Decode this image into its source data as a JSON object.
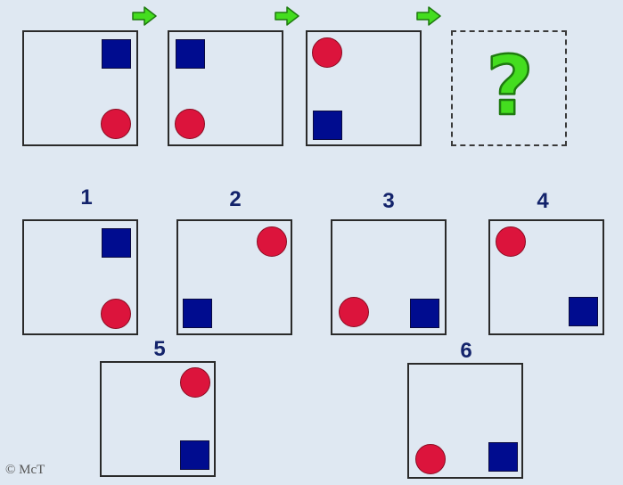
{
  "sequence": {
    "question_mark": "?",
    "arrow_color": "#44dd1f",
    "qmark_color": "#44dd1f"
  },
  "shapes": {
    "square_color": "#000c8f",
    "circle_color": "#dc143c"
  },
  "options": {
    "labels": [
      "1",
      "2",
      "3",
      "4",
      "5",
      "6"
    ]
  },
  "footer": {
    "copyright": "© McT"
  }
}
